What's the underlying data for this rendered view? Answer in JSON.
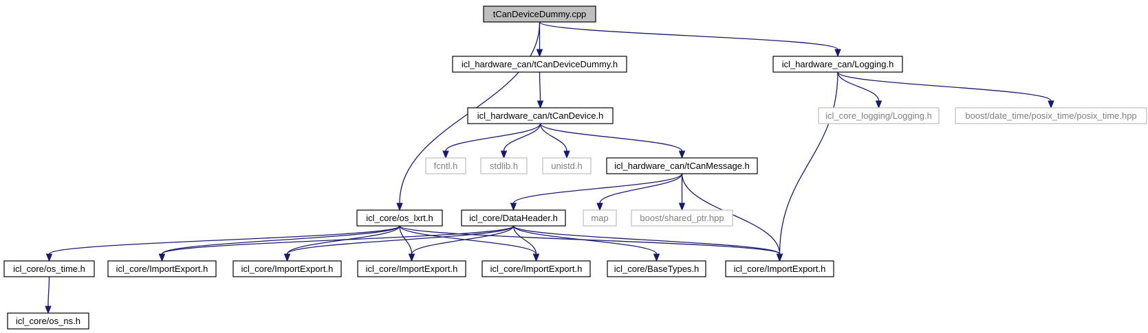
{
  "diagram": {
    "nodes": [
      {
        "id": "root",
        "label": "tCanDeviceDummy.cpp",
        "style": "root"
      },
      {
        "id": "dummyh",
        "label": "icl_hardware_can/tCanDeviceDummy.h",
        "style": "normal"
      },
      {
        "id": "logging",
        "label": "icl_hardware_can/Logging.h",
        "style": "normal"
      },
      {
        "id": "tcandevice",
        "label": "icl_hardware_can/tCanDevice.h",
        "style": "normal"
      },
      {
        "id": "corelogging",
        "label": "icl_core_logging/Logging.h",
        "style": "external"
      },
      {
        "id": "posix",
        "label": "boost/date_time/posix_time/posix_time.hpp",
        "style": "external"
      },
      {
        "id": "fcntl",
        "label": "fcntl.h",
        "style": "external"
      },
      {
        "id": "stdlib",
        "label": "stdlib.h",
        "style": "external"
      },
      {
        "id": "unistd",
        "label": "unistd.h",
        "style": "external"
      },
      {
        "id": "tcanmsg",
        "label": "icl_hardware_can/tCanMessage.h",
        "style": "normal"
      },
      {
        "id": "oslxrt",
        "label": "icl_core/os_lxrt.h",
        "style": "normal"
      },
      {
        "id": "dataheader",
        "label": "icl_core/DataHeader.h",
        "style": "normal"
      },
      {
        "id": "map",
        "label": "map",
        "style": "external"
      },
      {
        "id": "sharedptr",
        "label": "boost/shared_ptr.hpp",
        "style": "external"
      },
      {
        "id": "ostime",
        "label": "icl_core/os_time.h",
        "style": "normal"
      },
      {
        "id": "ie1",
        "label": "icl_core/ImportExport.h",
        "style": "normal"
      },
      {
        "id": "ie2",
        "label": "icl_core/ImportExport.h",
        "style": "normal"
      },
      {
        "id": "ie3",
        "label": "icl_core/ImportExport.h",
        "style": "normal"
      },
      {
        "id": "ie4",
        "label": "icl_core/ImportExport.h",
        "style": "normal"
      },
      {
        "id": "basetypes",
        "label": "icl_core/BaseTypes.h",
        "style": "normal"
      },
      {
        "id": "ie5",
        "label": "icl_core/ImportExport.h",
        "style": "normal"
      },
      {
        "id": "osns",
        "label": "icl_core/os_ns.h",
        "style": "normal"
      }
    ],
    "edges": [
      [
        "root",
        "oslxrt"
      ],
      [
        "root",
        "dummyh"
      ],
      [
        "root",
        "logging"
      ],
      [
        "dummyh",
        "tcandevice"
      ],
      [
        "logging",
        "corelogging"
      ],
      [
        "logging",
        "posix"
      ],
      [
        "logging",
        "ie5"
      ],
      [
        "tcandevice",
        "fcntl"
      ],
      [
        "tcandevice",
        "stdlib"
      ],
      [
        "tcandevice",
        "unistd"
      ],
      [
        "tcandevice",
        "tcanmsg"
      ],
      [
        "tcanmsg",
        "dataheader"
      ],
      [
        "tcanmsg",
        "map"
      ],
      [
        "tcanmsg",
        "sharedptr"
      ],
      [
        "tcanmsg",
        "ie5"
      ],
      [
        "oslxrt",
        "ostime"
      ],
      [
        "oslxrt",
        "ie1"
      ],
      [
        "oslxrt",
        "ie2"
      ],
      [
        "oslxrt",
        "ie3"
      ],
      [
        "oslxrt",
        "ie4"
      ],
      [
        "oslxrt",
        "ie5"
      ],
      [
        "dataheader",
        "ie1"
      ],
      [
        "dataheader",
        "ie2"
      ],
      [
        "dataheader",
        "ie3"
      ],
      [
        "dataheader",
        "ie4"
      ],
      [
        "dataheader",
        "basetypes"
      ],
      [
        "dataheader",
        "ie5"
      ],
      [
        "ostime",
        "osns"
      ]
    ],
    "colors": {
      "edge": "#191970",
      "root_fill": "#bfbfbf",
      "external_border": "#bfbfbf",
      "external_text": "#808080",
      "border": "#000000"
    }
  }
}
